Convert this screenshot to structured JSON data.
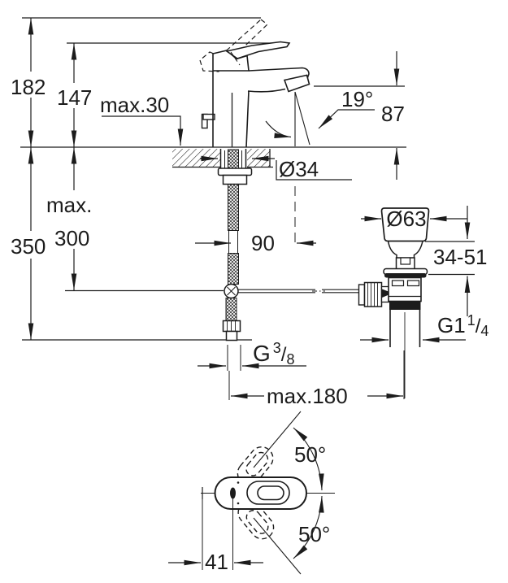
{
  "title": "Single-lever basin mixer technical dimension drawing",
  "colors": {
    "line": "#1c1c1c",
    "background": "#ffffff"
  },
  "side_view": {
    "overall_height": "182",
    "lever_height": "147",
    "max_deck_thickness": "max.30",
    "spout_angle": "19°",
    "spout_height": "87",
    "hole_diameter": "Ø34",
    "max_word": "max.",
    "max_hose_depth": "300",
    "total_depth": "350",
    "spout_projection": "90"
  },
  "drain": {
    "plug_diameter": "Ø63",
    "deck_range": "34-51",
    "thread": {
      "base": "G1",
      "sup": "1",
      "slash": "/",
      "sub": "4"
    }
  },
  "supply": {
    "thread": {
      "base": "G",
      "sup": "3",
      "slash": "/",
      "sub": "8"
    },
    "max_drain_distance": "max.180"
  },
  "top_view": {
    "swivel_angle_up": "50°",
    "swivel_angle_down": "50°",
    "handle_offset": "41"
  }
}
